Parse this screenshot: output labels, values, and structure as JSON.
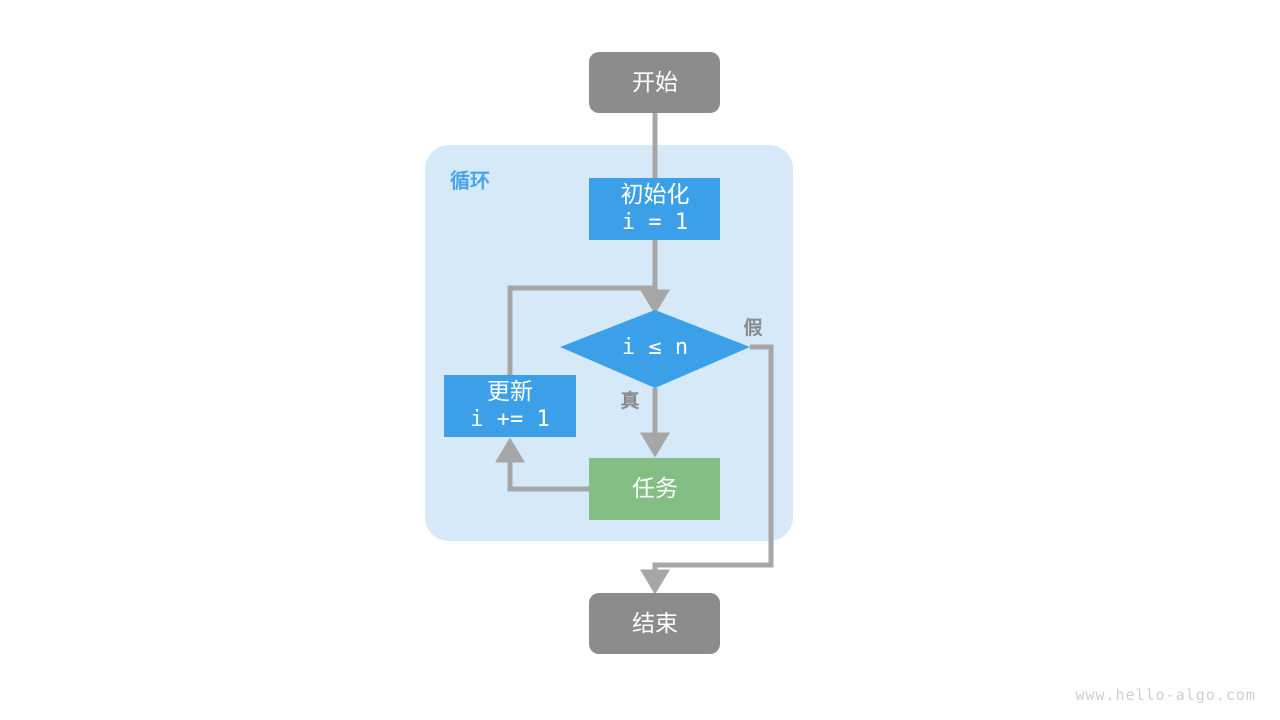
{
  "diagram": {
    "title": "for-loop-flowchart",
    "background": "#ffffff",
    "colors": {
      "terminator_fill": "#8c8c8c",
      "process_fill": "#3ba0e8",
      "decision_fill": "#3ba0e8",
      "task_fill": "#84be84",
      "group_fill": "#d6e9f8",
      "group_label": "#4aa3e8",
      "edge_stroke": "#a6a6a6",
      "edge_label": "#8a8a8a",
      "node_text": "#ffffff",
      "watermark": "#cfcfcf"
    },
    "group": {
      "label": "循环"
    },
    "nodes": {
      "start": {
        "label": "开始"
      },
      "init": {
        "label_top": "初始化",
        "label_code": "i = 1"
      },
      "decision": {
        "label_code": "i ≤ n"
      },
      "task": {
        "label": "任务"
      },
      "update": {
        "label_top": "更新",
        "label_code": "i += 1"
      },
      "end": {
        "label": "结束"
      }
    },
    "edges": {
      "true_label": "真",
      "false_label": "假"
    },
    "watermark": "www.hello-algo.com"
  }
}
